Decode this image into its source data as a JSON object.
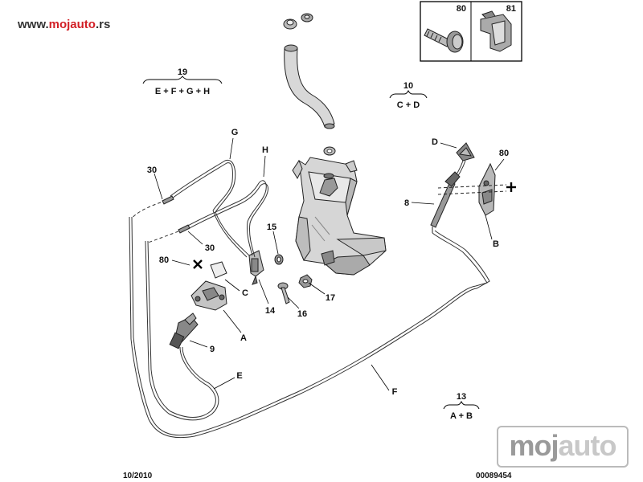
{
  "site": {
    "prefix": "www.",
    "brand": "mojauto",
    "suffix": ".rs"
  },
  "inset": {
    "items": [
      {
        "label": "80"
      },
      {
        "label": "81"
      }
    ]
  },
  "groups": [
    {
      "number": "19",
      "parts": "E + F + G + H"
    },
    {
      "number": "10",
      "parts": "C + D"
    },
    {
      "number": "13",
      "parts": "A + B"
    }
  ],
  "callouts": {
    "g": "G",
    "h": "H",
    "d": "D",
    "n80_right": "80",
    "n8": "8",
    "b": "B",
    "n30_top": "30",
    "n30_bottom": "30",
    "n15": "15",
    "n80_left": "80",
    "c": "C",
    "n14": "14",
    "n16": "16",
    "n17": "17",
    "a": "A",
    "n9": "9",
    "e": "E",
    "f": "F"
  },
  "footer": {
    "date": "10/2010",
    "ref": "00089454"
  },
  "watermark": {
    "part1": "moj",
    "part2": "auto"
  }
}
